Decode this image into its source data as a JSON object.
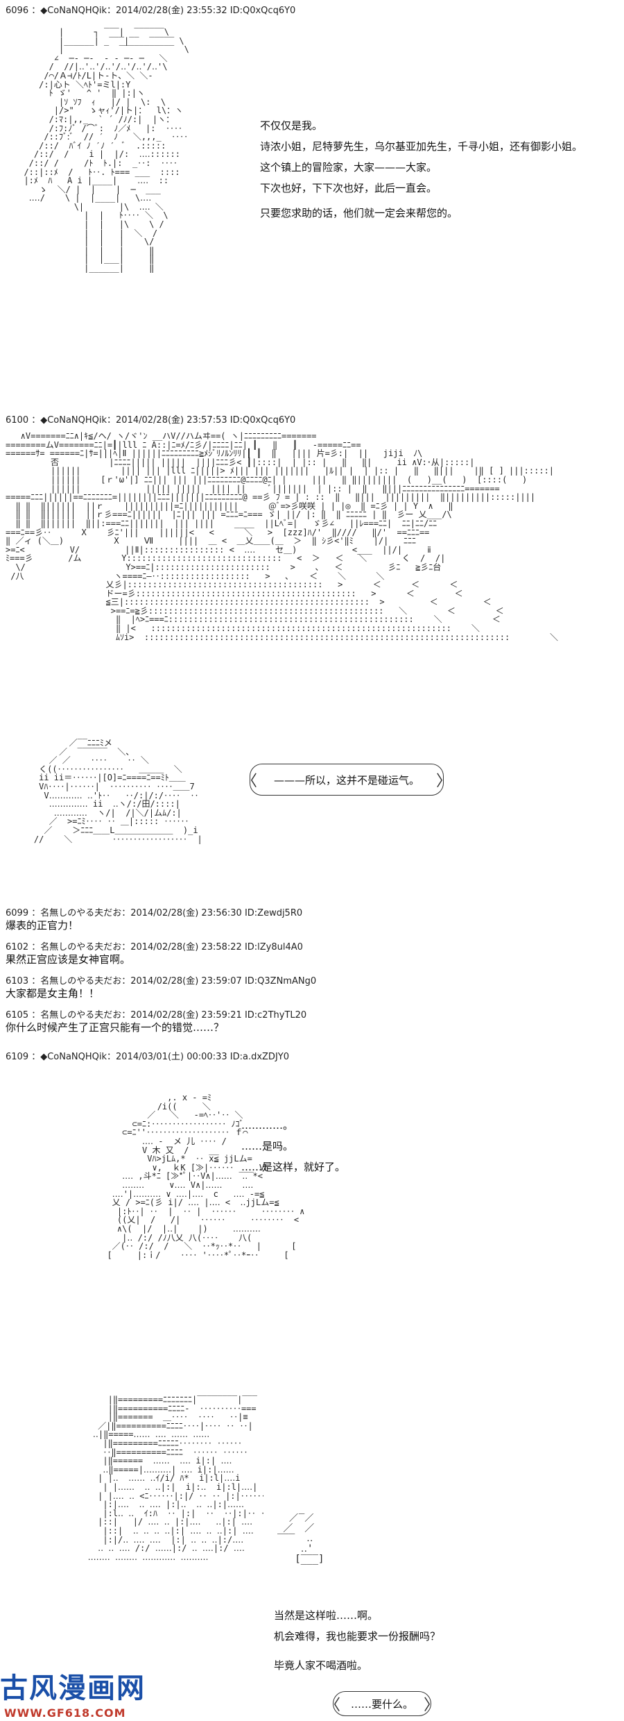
{
  "posts": [
    {
      "header": "6096 ：◆CoNaNQHQik：2014/02/28(金) 23:55:32 ID:Q0xQcq6Y0",
      "dialog": [
        "不仅仅是我。",
        "诗浓小姐，尼特萝先生，乌尔基亚加先生，千寻小姐，还有御影小姐。",
        "这个镇上的冒险家，大家———大家。",
        "下次也好，下下次也好，此后一直会。",
        "只要您求助的话，他们就一定会来帮您的。"
      ]
    },
    {
      "header": "6100 ：◆CoNaNQHQik：2014/02/28(金) 23:57:53 ID:Q0xQcq6Y0",
      "bubble": "———所以，这并不是碰运气。"
    },
    {
      "header": "6099 ：名無しのやる夫だお：2014/02/28(金) 23:56:30 ID:Zewdj5R0",
      "message": "爆表的正官力！"
    },
    {
      "header": "6102 ：名無しのやる夫だお：2014/02/28(金) 23:58:22 ID:lZy8ul4A0",
      "message": "果然正宫应该是女神官啊。"
    },
    {
      "header": "6103 ：名無しのやる夫だお：2014/02/28(金) 23:59:07 ID:Q3ZNmANg0",
      "message": "大家都是女主角！！"
    },
    {
      "header": "6105 ：名無しのやる夫だお：2014/02/28(金) 23:59:21 ID:c2ThyTL20",
      "message": "你什么时候产生了正宫只能有一个的错觉……？"
    },
    {
      "header": "6109 ：◆CoNaNQHQik：2014/03/01(土) 00:00:33 ID:a.dxZDJY0",
      "dialog_a": [
        "…………。",
        "……是吗。",
        "……是这样，就好了。"
      ],
      "dialog_b": [
        "当然是这样啦……啊。",
        "机会难得，我也能要求一份报酬吗？",
        "毕竟人家不喝酒啦。"
      ],
      "bubble": "……要什么。"
    }
  ],
  "watermark": {
    "logo": "古风漫画网",
    "url": "WWW.GF618.COM"
  }
}
